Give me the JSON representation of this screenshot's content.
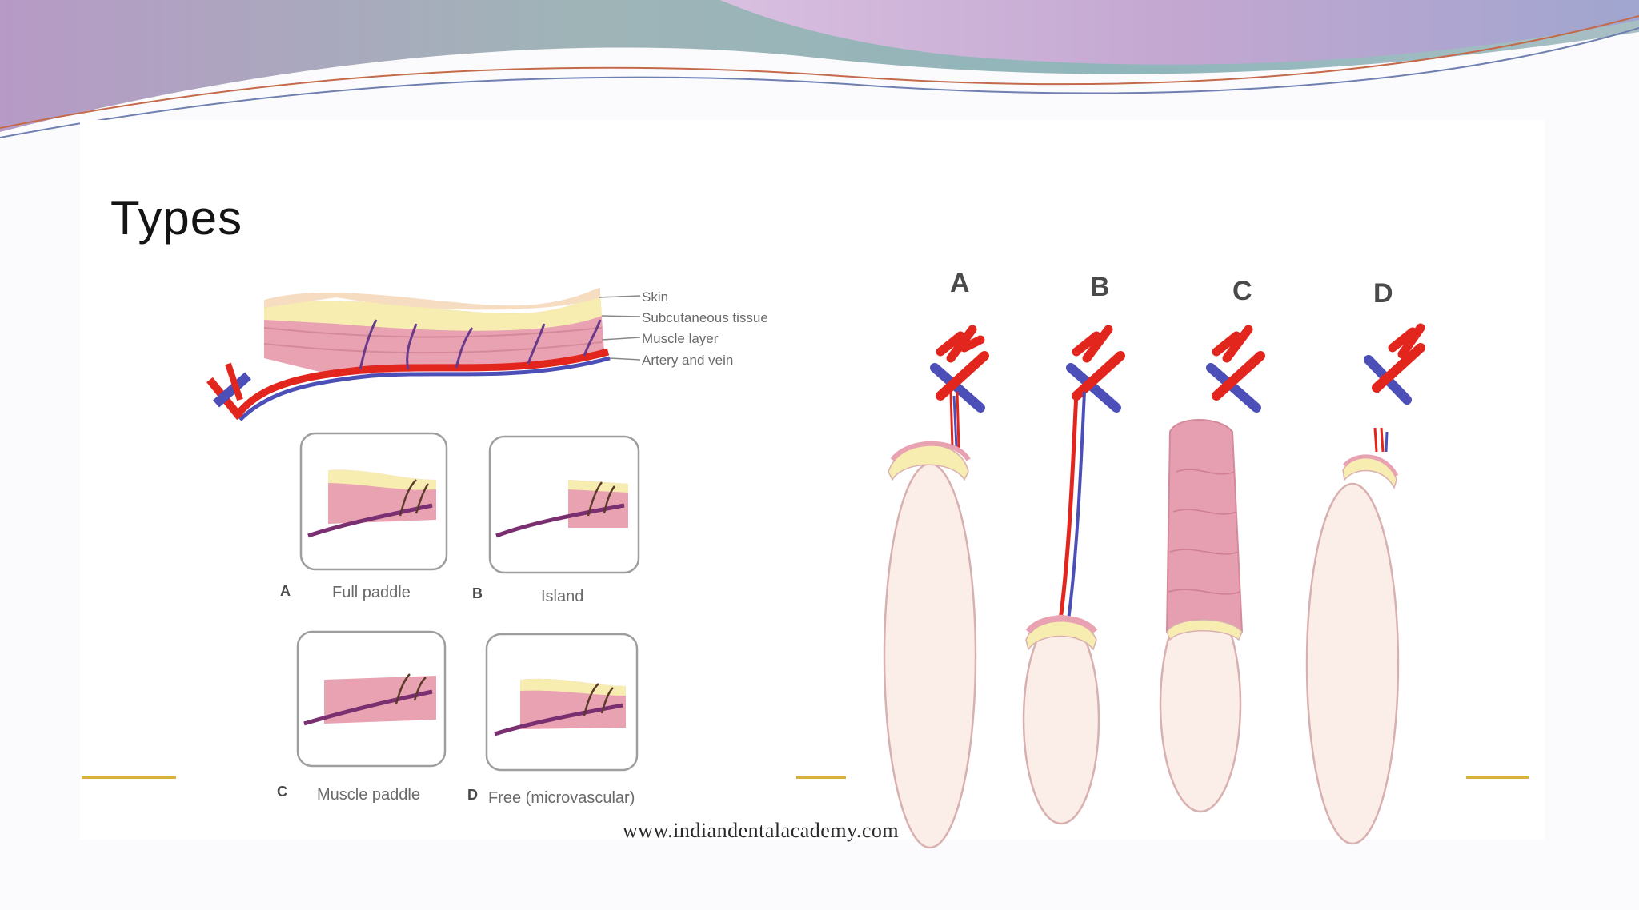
{
  "slide": {
    "title": "Types",
    "watermark": "www.indiandentalacademy.com"
  },
  "left_figure": {
    "layer_labels": [
      "Skin",
      "Subcutaneous tissue",
      "Muscle layer",
      "Artery and vein"
    ],
    "panels": [
      {
        "letter": "A",
        "caption": "Full paddle"
      },
      {
        "letter": "B",
        "caption": "Island"
      },
      {
        "letter": "C",
        "caption": "Muscle paddle"
      },
      {
        "letter": "D",
        "caption": "Free (microvascular)"
      }
    ]
  },
  "right_figure": {
    "flaps": [
      {
        "letter": "A"
      },
      {
        "letter": "B"
      },
      {
        "letter": "C"
      },
      {
        "letter": "D"
      }
    ]
  },
  "colors": {
    "skin": "#f6dcc0",
    "subcutaneous": "#f7edb0",
    "muscle": "#e9a2b2",
    "artery": "#e3261d",
    "vein": "#4d4fb8",
    "accent_line": "#d6b23a"
  }
}
